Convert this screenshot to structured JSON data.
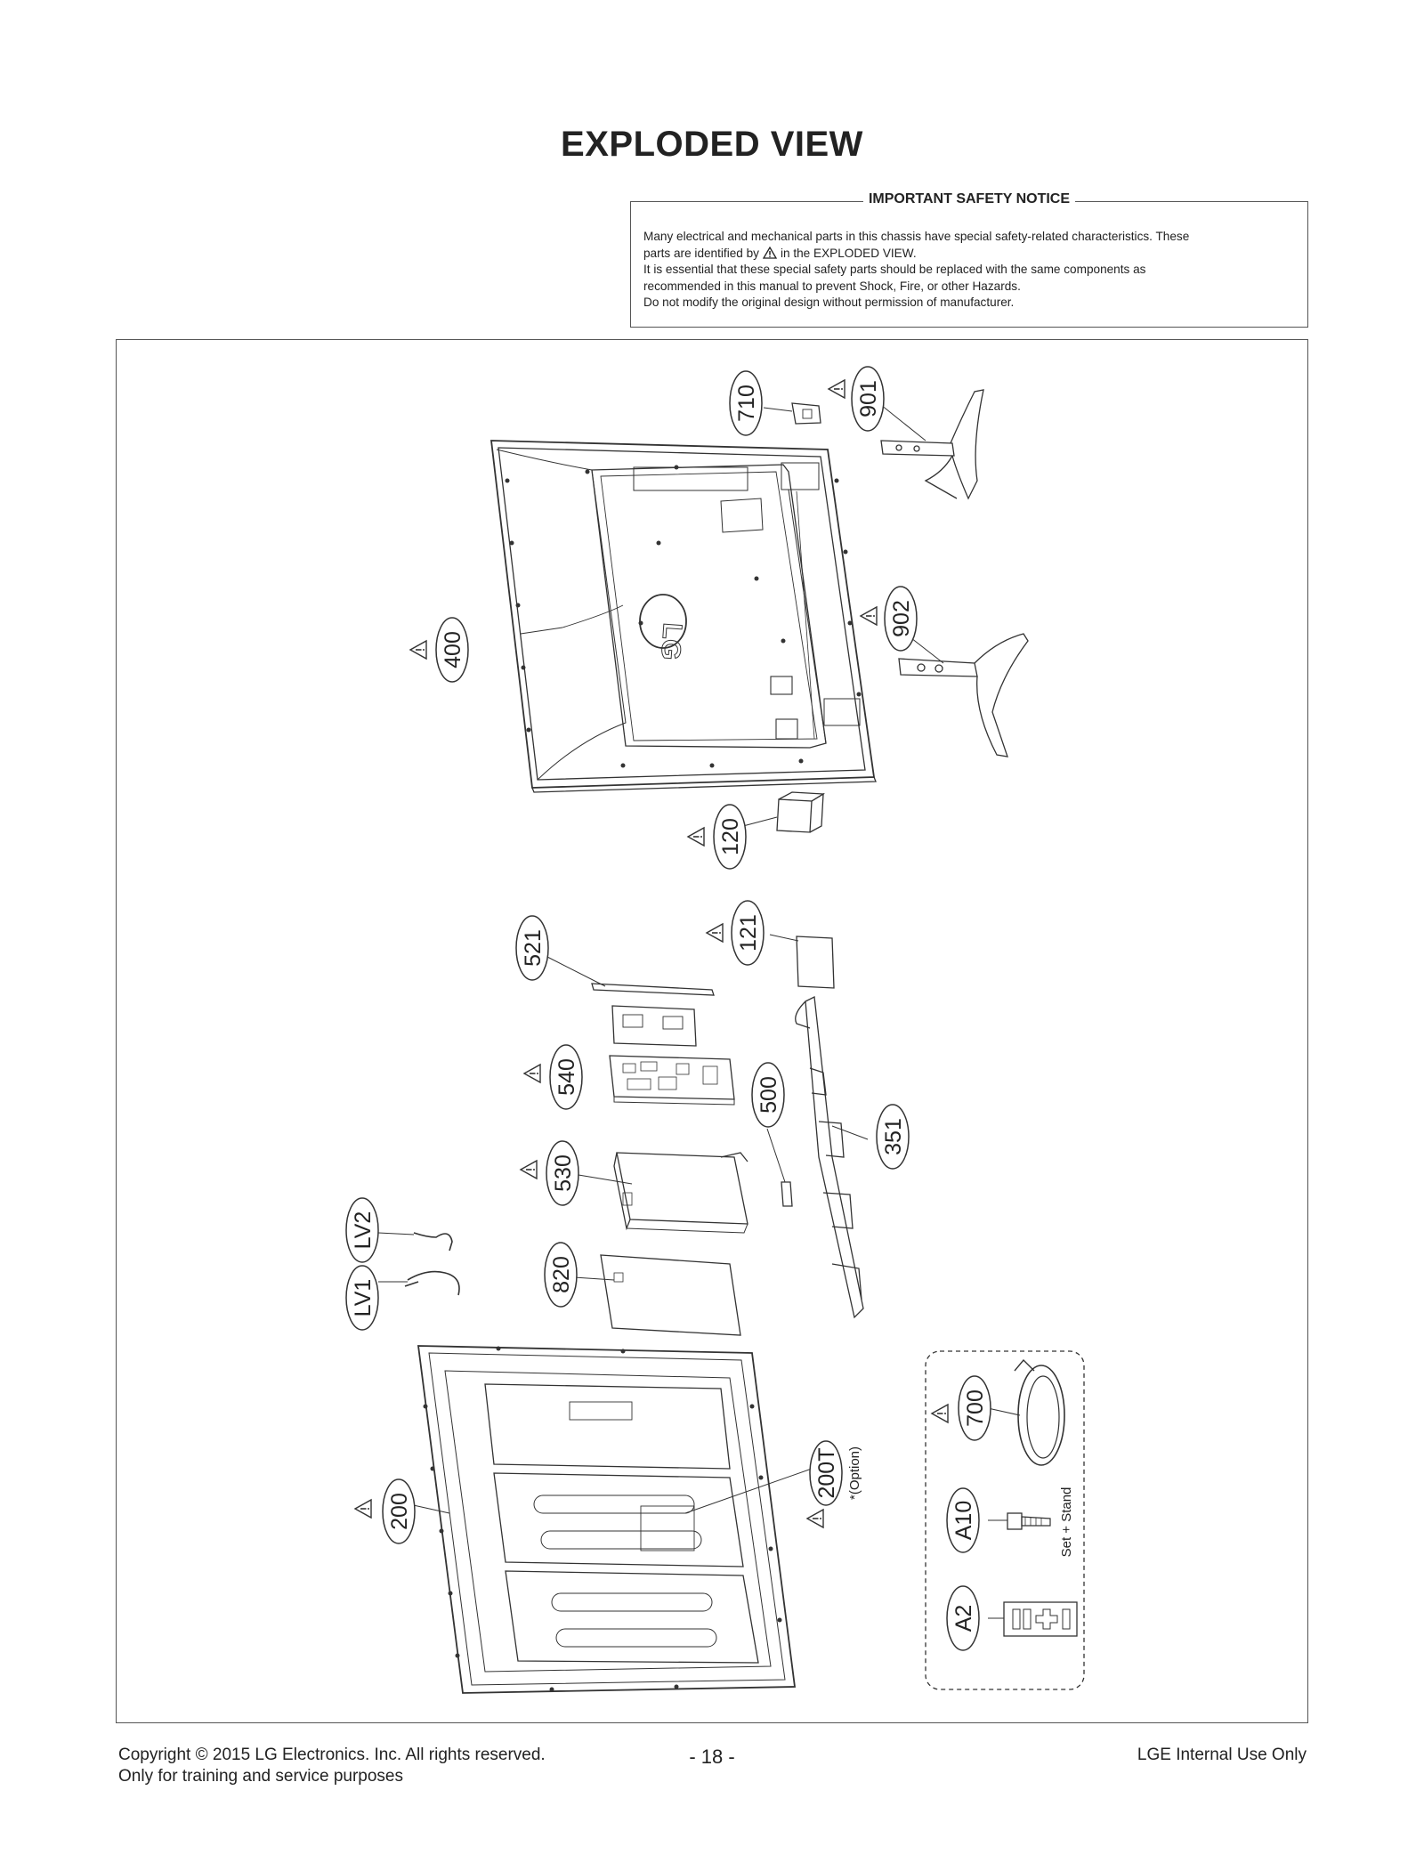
{
  "header": {
    "title": "EXPLODED VIEW"
  },
  "notice": {
    "title": "IMPORTANT SAFETY NOTICE",
    "line1": "Many electrical and mechanical parts in this chassis have special safety-related characteristics. These",
    "line2_pre": "parts are identified by",
    "line2_post": "in the EXPLODED VIEW.",
    "line3": "It is essential that these special safety parts should be replaced with the same components as",
    "line4": "recommended in this manual to prevent Shock, Fire, or other Hazards.",
    "line5": "Do not modify the original design without permission of manufacturer."
  },
  "parts": {
    "p710": "710",
    "p901": "901",
    "p400": "400",
    "p902": "902",
    "p120": "120",
    "p521": "521",
    "p121": "121",
    "p540": "540",
    "p500": "500",
    "p351": "351",
    "p530": "530",
    "pLV2": "LV2",
    "pLV1": "LV1",
    "p820": "820",
    "p200": "200",
    "p200T": "200T",
    "p700": "700",
    "pA10": "A10",
    "pA2": "A2"
  },
  "notes": {
    "option": "*(Option)",
    "set_stand": "Set + Stand"
  },
  "footer": {
    "copyright": "Copyright  © 2015 LG Electronics. Inc. All rights reserved.",
    "training": "Only for training and service purposes",
    "page": "- 18 -",
    "internal": "LGE Internal Use Only"
  }
}
